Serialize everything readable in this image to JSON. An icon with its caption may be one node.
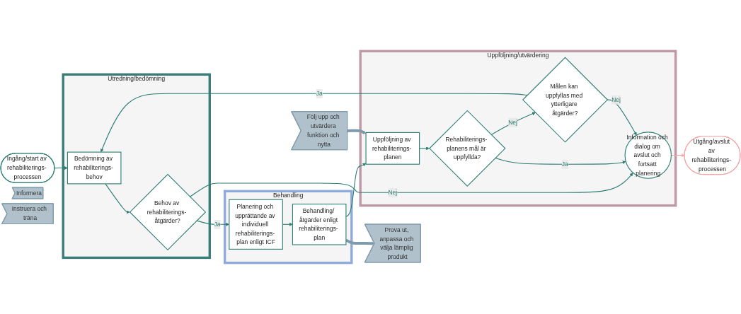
{
  "diagram": {
    "nodes": [
      {
        "text": [
          "Utredning/bedömning"
        ]
      },
      {
        "text": [
          "Behandling"
        ]
      },
      {
        "text": [
          "Uppföljning/utvärdering"
        ]
      },
      {
        "text": [
          "Ingång/start av rehabiliterings- processen"
        ]
      },
      {
        "text": [
          "Bedömning av rehabiliterings- behov"
        ],
        "in": 0
      },
      {
        "text": [
          "Behov av rehabiliterings- åtgärder?"
        ],
        "in": 0
      },
      {
        "text": [
          "Planering och upprättande av individuell rehabiliterings- plan enligt ICF"
        ],
        "in": 1
      },
      {
        "text": [
          "Behandling/ åtgärder enligt rehabiliterings- plan"
        ],
        "in": 1
      },
      {
        "text": [
          "Uppföljning av rehabiliterings- planen"
        ],
        "in": 2
      },
      {
        "text": [
          "Rehabiliterings- planens mål är uppfyllda?"
        ],
        "in": 2
      },
      {
        "text": [
          "Information och dialog om avslut och fortsatt planering"
        ],
        "in": 2
      },
      {
        "text": [
          "Målen kan uppfyllas med ytterligare åtgärder?"
        ],
        "in": 2
      },
      {
        "text": [
          "Utgång/avslut av rehabiliterings- processen"
        ]
      },
      {
        "text": [
          "Prova ut, anpassa och välja lämplig produkt"
        ]
      },
      {
        "text": [
          "Informera"
        ]
      },
      {
        "text": [
          "Instruera och träna"
        ]
      },
      {
        "text": [
          "Följ upp och utvärdera funktion och nytta"
        ]
      }
    ],
    "edges": [
      {
        "from": 3,
        "to": 4,
        "arrow": "to"
      },
      {
        "from": 4,
        "to": 5,
        "arrow": "to"
      },
      {
        "from": 5,
        "to": 6,
        "arrow": "to",
        "label": "Ja"
      },
      {
        "from": 5,
        "to": 10,
        "arrow": "to",
        "label": "Nej"
      },
      {
        "from": 6,
        "to": 7,
        "arrow": "to"
      },
      {
        "from": 7,
        "to": 8,
        "arrow": "to"
      },
      {
        "from": 8,
        "to": 9,
        "arrow": "to"
      },
      {
        "from": 9,
        "to": 10,
        "arrow": "to",
        "label": "Ja"
      },
      {
        "from": 9,
        "to": 11,
        "arrow": "to",
        "label": "Nej"
      },
      {
        "from": 11,
        "to": 10,
        "arrow": "to",
        "label": "Nej"
      },
      {
        "from": 11,
        "to": 4,
        "arrow": "to",
        "label": "Ja"
      },
      {
        "from": 10,
        "to": 12,
        "arrow": "to",
        "color": "#f4a6a6"
      },
      {
        "from": 7,
        "to": 13,
        "arrow": "to",
        "style": "thick",
        "color": "#7f9aaa"
      },
      {
        "from": 16,
        "to": 8,
        "arrow": "to",
        "style": "thick",
        "color": "#7f9aaa"
      }
    ]
  }
}
